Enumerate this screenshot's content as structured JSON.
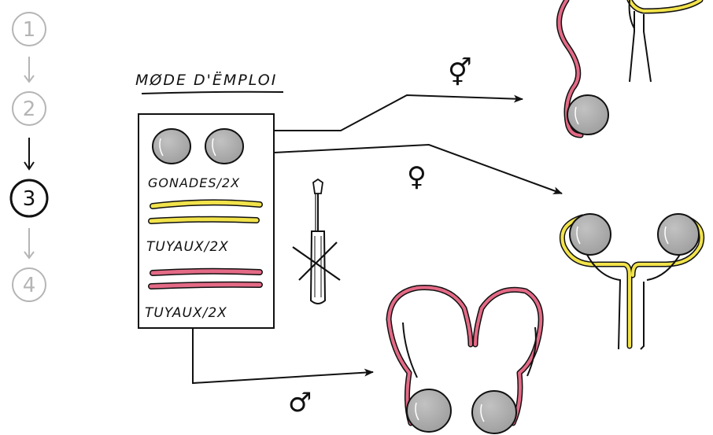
{
  "steps": {
    "items": [
      "1",
      "2",
      "3",
      "4"
    ],
    "active_index": 2,
    "active_color": "#111111",
    "inactive_color": "#b5b5b5"
  },
  "manual": {
    "title": "MØDE D'ËMPLOI",
    "gonads_label": "GONADES/2X",
    "yellow_tubes_label": "TUYAUX/2X",
    "pink_tubes_label": "TUYAUX/2X"
  },
  "outcomes": {
    "intersex_symbol": "⚥",
    "female_symbol": "♀",
    "male_symbol": "♂"
  },
  "colors": {
    "gonad_fill": "#a9a9a9",
    "yellow_tube": "#f2e34b",
    "pink_tube": "#e46a86",
    "ink": "#111111"
  },
  "icons": [
    "screwdriver-icon",
    "crossed-out-icon"
  ]
}
